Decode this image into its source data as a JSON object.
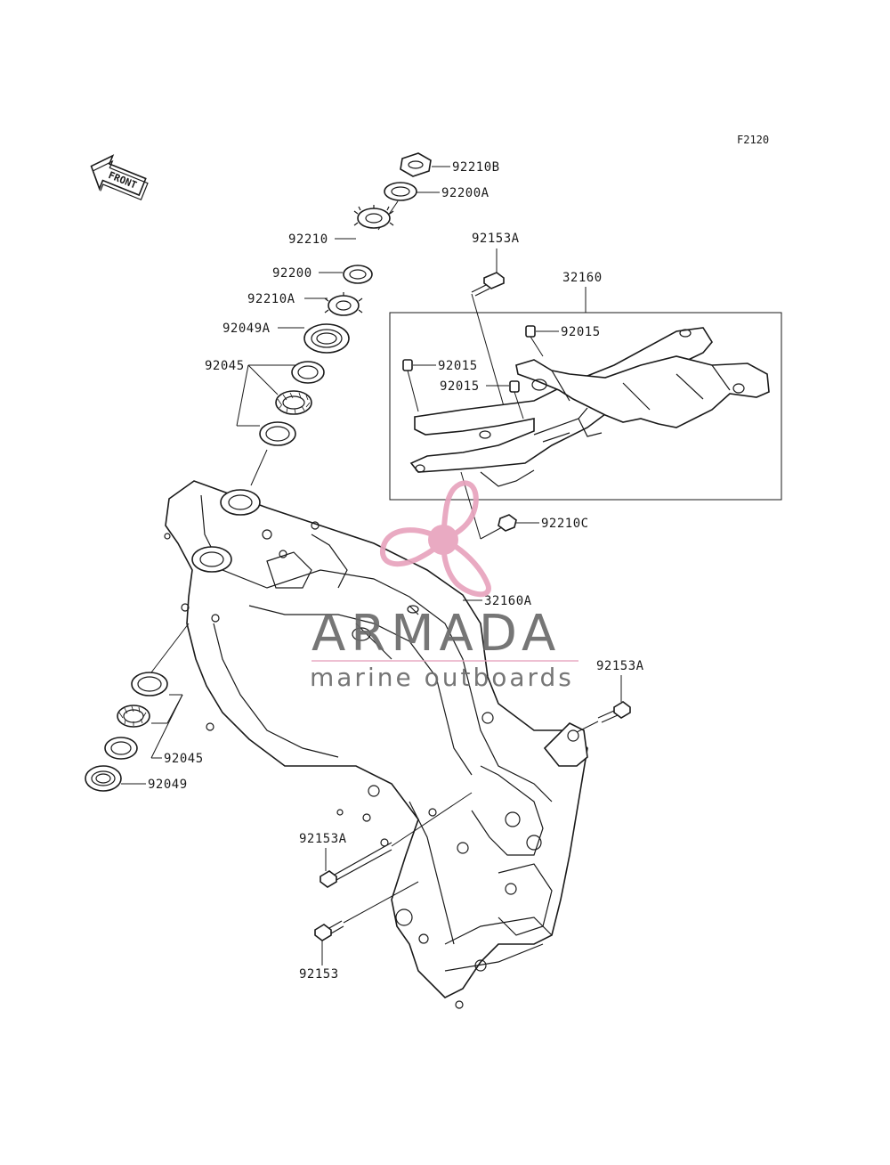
{
  "figure_code": "F2120",
  "front_arrow_text": "FRONT",
  "watermark": {
    "brand": "ARMADA",
    "tagline": "marine outboards",
    "accent_color": "#e8a3bd",
    "text_color": "#6b6b6b"
  },
  "labels": {
    "p92210B": "92210B",
    "p92200A": "92200A",
    "p92210": "92210",
    "p92200": "92200",
    "p92210A": "92210A",
    "p92049A": "92049A",
    "p92045_top": "92045",
    "p92153A_top": "92153A",
    "p32160": "32160",
    "p92015_a": "92015",
    "p92015_b": "92015",
    "p92015_c": "92015",
    "p92210C": "92210C",
    "p32160A": "32160A",
    "p92153A_right": "92153A",
    "p92045_bottom": "92045",
    "p92049": "92049",
    "p92153A_left": "92153A",
    "p92153": "92153"
  }
}
